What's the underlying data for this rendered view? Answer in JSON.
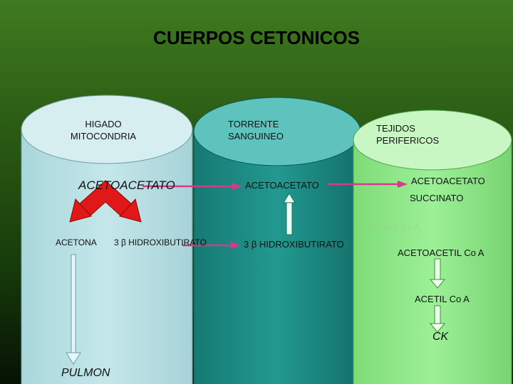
{
  "title": "CUERPOS CETONICOS",
  "colors": {
    "liver_body": "#bde3e6",
    "liver_top": "#d8eff0",
    "blood_body": "#1e8f87",
    "blood_top": "#5cc1bc",
    "tissue_body": "#8ee88a",
    "tissue_top": "#c8f7c2",
    "arrow_magenta": "#d63a8a",
    "arrow_red": "#e01818",
    "arrow_green": "#e8ffe0"
  },
  "compartments": {
    "liver": "HIGADO\nMITOCONDRIA",
    "blood": "TORRENTE\nSANGUINEO",
    "tissues": "TEJIDOS\nPERIFERICOS"
  },
  "liver": {
    "acetoacetate": "ACETOACETATO",
    "acetone": "ACETONA",
    "hydroxybutyrate": "3 β HIDROXIBUTIRATO",
    "lung": "PULMON"
  },
  "blood": {
    "acetoacetate": "ACETOACETATO",
    "hydroxybutyrate": "3 β HIDROXIBUTIRATO"
  },
  "tissues": {
    "acetoacetate": "ACETOACETATO",
    "succinate": "SUCCINATO",
    "faded_text": "SUCCINIL Co A",
    "acetoacetyl_coa": "ACETOACETIL Co A",
    "acetyl_coa": "ACETIL Co A",
    "ck": "CK"
  }
}
